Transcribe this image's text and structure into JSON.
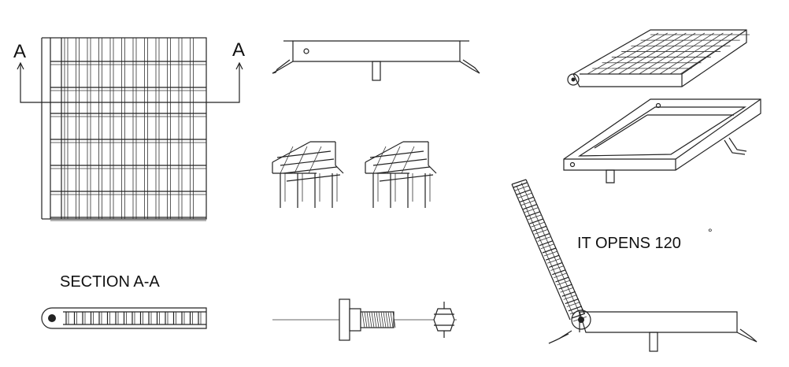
{
  "labels": {
    "section_left": "A",
    "section_right": "A",
    "section_title": "SECTION A-A",
    "opens": "IT OPENS 120",
    "degree": "°"
  },
  "colors": {
    "line": "#222222",
    "background": "#ffffff"
  }
}
